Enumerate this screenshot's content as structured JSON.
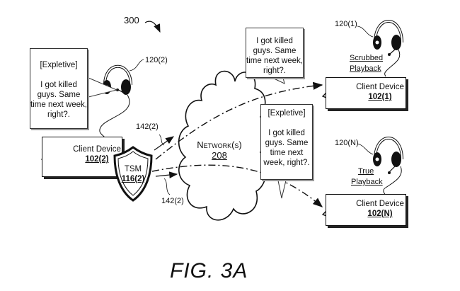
{
  "figure": {
    "reference_number": "300",
    "caption": "FIG. 3A"
  },
  "network": {
    "label": "Network(s)",
    "id": "208"
  },
  "tsm": {
    "label": "TSM",
    "id": "116(2)"
  },
  "links": {
    "upper_label": "142(2)",
    "lower_label": "142(2)"
  },
  "source_device": {
    "label": "Client Device",
    "id": "102(2)",
    "headset_id": "120(2)",
    "bubble": {
      "tag": "[Expletive]",
      "text": "I got killed guys. Same time next week, right?."
    }
  },
  "destinations": [
    {
      "label": "Client Device",
      "id": "102(1)",
      "headset_id": "120(1)",
      "playback_line1": "Scrubbed",
      "playback_line2": "Playback",
      "bubble": {
        "tag": "",
        "text": "I got killed guys. Same time next week, right?."
      }
    },
    {
      "label": "Client Device",
      "id": "102(N)",
      "headset_id": "120(N)",
      "playback_line1": "True",
      "playback_line2": "Playback",
      "bubble": {
        "tag": "[Expletive]",
        "text": "I got killed guys. Same time next week, right?."
      }
    }
  ]
}
